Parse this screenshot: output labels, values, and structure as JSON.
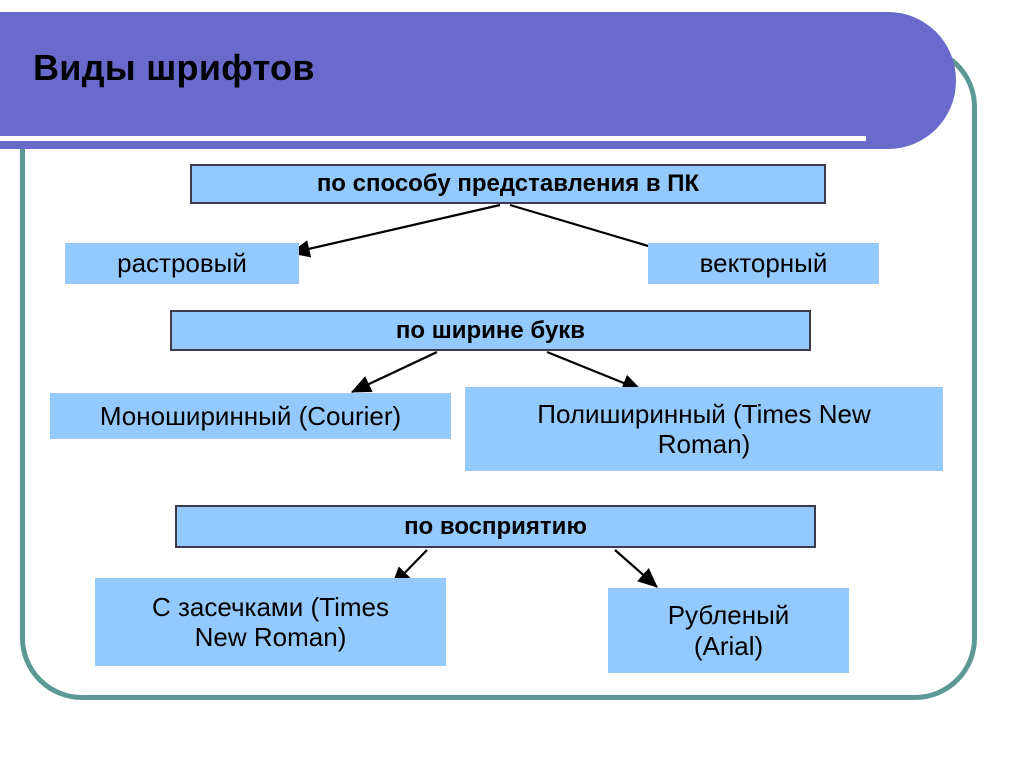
{
  "slide": {
    "title": "Виды шрифтов",
    "banner_color": "#6a6acd",
    "frame_color": "#5c9995",
    "box_fill_color": "#93c9fc",
    "box_border_color": "#3b3b4a",
    "text_color": "#000000",
    "background_color": "#ffffff"
  },
  "diagram": {
    "type": "tree",
    "groups": [
      {
        "heading": "по способу представления в ПК",
        "children": [
          "растровый",
          "векторный"
        ]
      },
      {
        "heading": "по ширине букв",
        "children": [
          "Моноширинный (Courier)",
          "Полиширинный (Times New Roman)"
        ]
      },
      {
        "heading": "по восприятию",
        "children": [
          "С засечками (Times New Roman)",
          "Рубленый (Arial)"
        ]
      }
    ],
    "nodes": {
      "predstavlenie": "по способу представления в ПК",
      "rastroviy": "растровый",
      "vektorniy": "векторный",
      "shirina": "по ширине букв",
      "mono": "Моноширинный (Courier)",
      "poli_line1": "Полиширинный (Times New",
      "poli_line2": "Roman)",
      "vospriyatie": "по восприятию",
      "zasechki_line1": "С засечками (Times",
      "zasechki_line2": "New Roman)",
      "rubleniy_line1": "Рубленый",
      "rubleniy_line2": "(Arial)"
    }
  }
}
